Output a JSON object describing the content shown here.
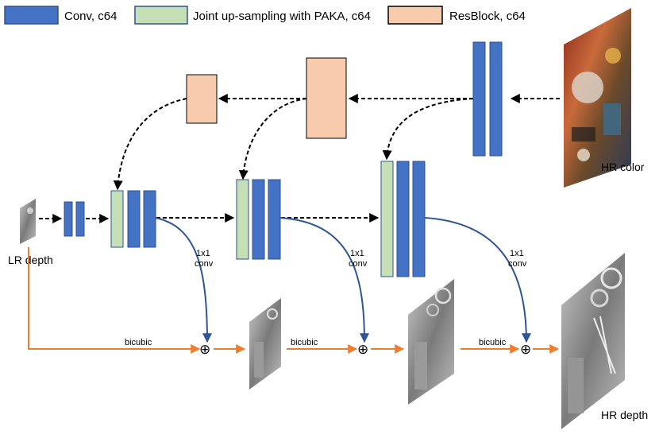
{
  "legend": {
    "conv": "Conv, c64",
    "joint": "Joint up-sampling with PAKA, c64",
    "resblock": "ResBlock, c64"
  },
  "labels": {
    "lr_depth": "LR depth",
    "hr_color": "HR color",
    "hr_depth": "HR depth",
    "bicubic": "bicubic",
    "conv_1x1_line1": "1x1",
    "conv_1x1_line2": "conv",
    "plus": "⊕"
  },
  "colors": {
    "conv": "#4472c4",
    "conv_border": "#2f528f",
    "joint": "#c5e0b4",
    "joint_border": "#2f528f",
    "resblock": "#f8cbad",
    "resblock_border": "#000000",
    "skip_line": "#ed7d31",
    "residual_line": "#2f5597"
  }
}
